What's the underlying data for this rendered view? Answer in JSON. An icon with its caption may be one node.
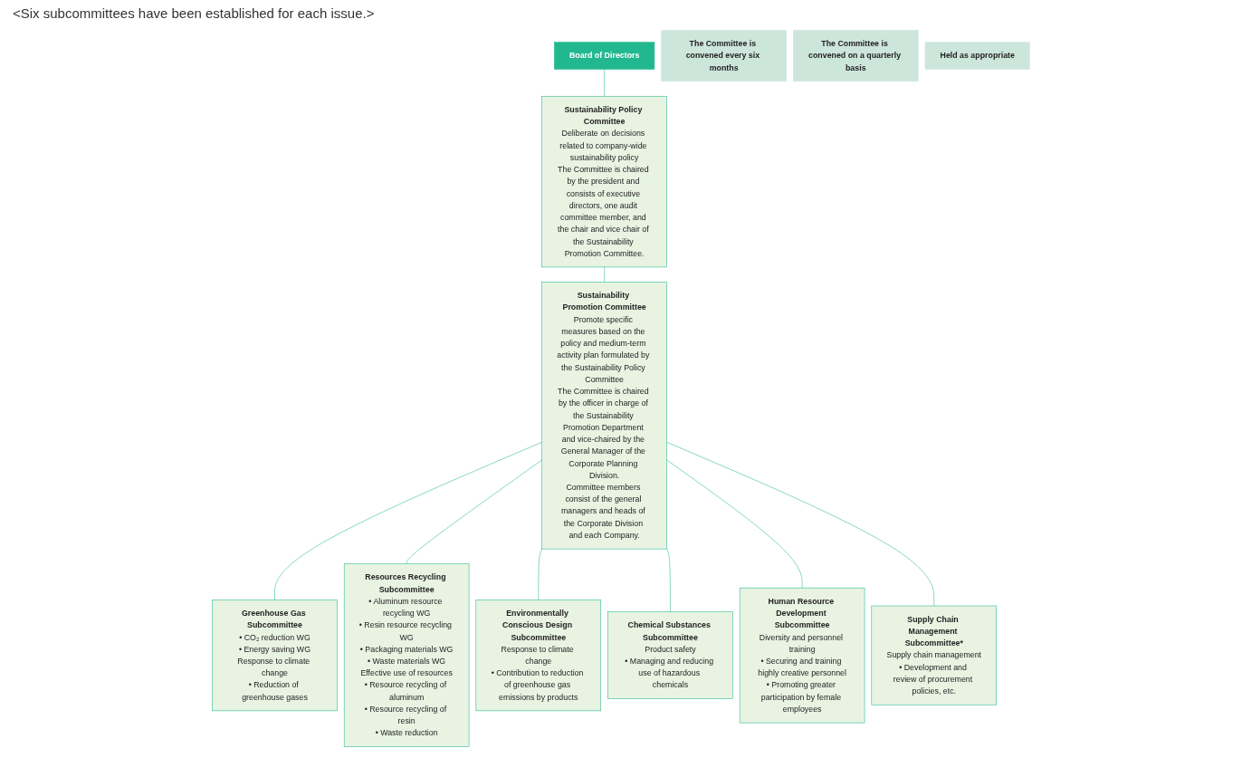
{
  "diagram": {
    "nodes": [
      {
        "text": [
          "Board of Directors"
        ]
      },
      {
        "text": [
          "Sustainability Policy Committee",
          "Deliberate on decisions related to company-wide sustainability policy",
          "The Committee is chaired by the president and consists of executive directors, one audit committee member, and the chair and vice chair of the Sustainability Promotion Committee."
        ]
      },
      {
        "text": [
          "The Committee is convened every six months"
        ]
      },
      {
        "text": [
          "Sustainability Promotion Committee",
          "Promote specific measures based on the policy and medium-term activity plan formulated by the Sustainability Policy Committee",
          "The Committee is chaired by the officer in charge of the Sustainability Promotion Department and vice-chaired by the General Manager of the Corporate Planning Division.",
          "Committee members consist of the general managers and heads of the Corporate Division and each Company."
        ]
      },
      {
        "text": [
          "The Committee is convened on a quarterly basis"
        ]
      },
      {
        "text": [
          "Greenhouse Gas Subcommittee",
          "• CO₂ reduction WG",
          "• Energy saving WG",
          "Response to climate change",
          "• Reduction of greenhouse gases"
        ]
      },
      {
        "text": [
          "Resources Recycling Subcommittee",
          "• Aluminum resource recycling WG",
          "• Resin resource recycling WG",
          "• Packaging materials WG",
          "• Waste materials WG",
          "Effective use of resources",
          "• Resource recycling of aluminum",
          "• Resource recycling of resin",
          "• Waste reduction"
        ]
      },
      {
        "text": [
          "Environmentally Conscious Design Subcommittee",
          "Response to climate change",
          "• Contribution to reduction of greenhouse gas emissions by products"
        ]
      },
      {
        "text": [
          "Chemical Substances Subcommittee",
          "Product safety",
          "• Managing and reducing use of hazardous chemicals"
        ]
      },
      {
        "text": [
          "Human Resource Development Subcommittee",
          "Diversity and personnel training",
          "• Securing and training highly creative personnel",
          "• Promoting greater participation by female employees"
        ]
      },
      {
        "text": [
          "Supply Chain Management Subcommittee*",
          "Supply chain management",
          "• Development and review of procurement policies, etc."
        ]
      },
      {
        "text": [
          "Held as appropriate"
        ]
      }
    ],
    "edges": [
      {
        "from": 0,
        "to": 1,
        "arrow": "none"
      },
      {
        "from": 1,
        "to": 3,
        "arrow": "none"
      },
      {
        "from": 3,
        "to": 5,
        "arrow": "none"
      },
      {
        "from": 3,
        "to": 6,
        "arrow": "none"
      },
      {
        "from": 3,
        "to": 7,
        "arrow": "none"
      },
      {
        "from": 3,
        "to": 8,
        "arrow": "none"
      },
      {
        "from": 3,
        "to": 9,
        "arrow": "none"
      },
      {
        "from": 3,
        "to": 10,
        "arrow": "none"
      }
    ],
    "labels": [
      "<Six subcommittees have been established for each issue.>"
    ]
  }
}
